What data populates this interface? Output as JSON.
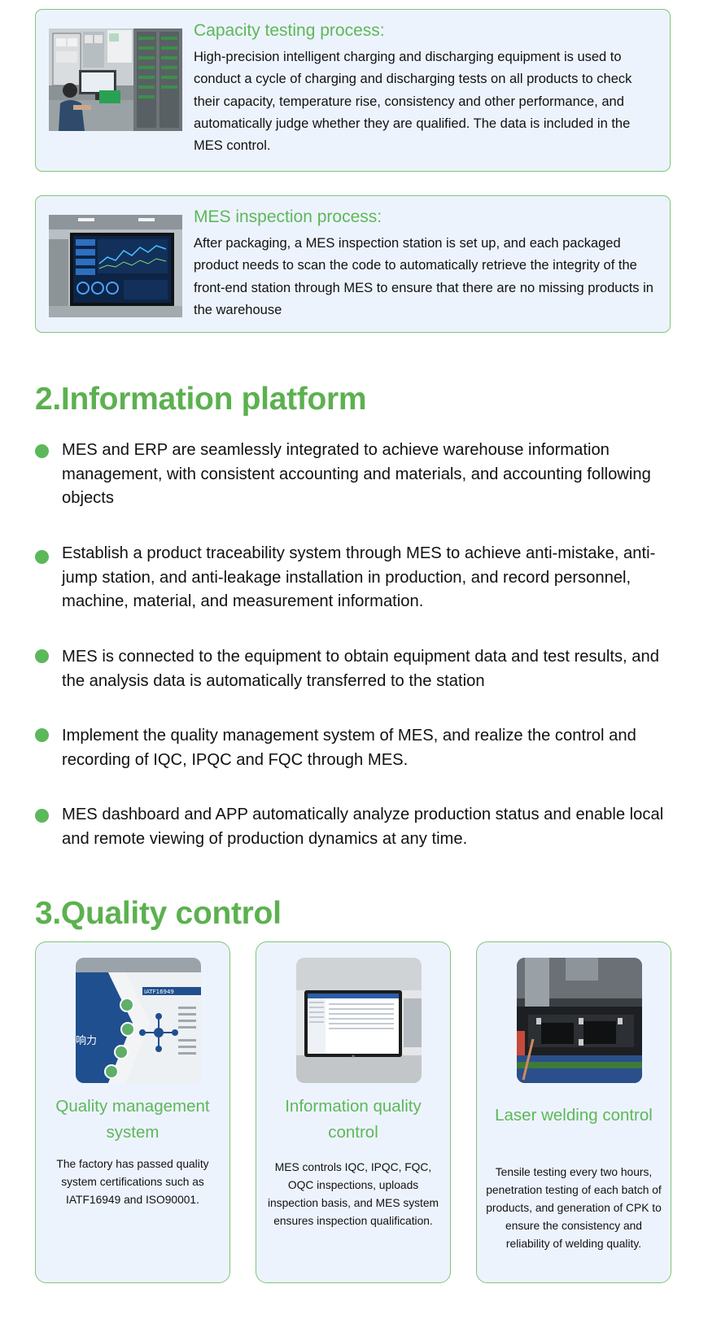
{
  "processes": [
    {
      "title": "Capacity testing process:",
      "description": "High-precision intelligent charging and discharging equipment is used to conduct a cycle of charging and discharging tests on all products to check their capacity, temperature rise, consistency and other performance, and automatically judge whether they are qualified. The data is included in the MES control."
    },
    {
      "title": "MES inspection process:",
      "description": "After packaging, a MES inspection station is set up, and each packaged product needs to scan the code to automatically retrieve the integrity of the front-end station through MES to ensure that there are no missing products in the warehouse"
    }
  ],
  "information_platform": {
    "title": "2.Information platform",
    "items": [
      " MES and ERP are seamlessly integrated to achieve warehouse information management, with consistent accounting and materials, and accounting following objects",
      "Establish a product traceability system through MES to achieve anti-mistake, anti-jump station, and anti-leakage installation in production, and record personnel, machine, material, and measurement information.",
      "MES is connected to the equipment to obtain equipment data and test results, and the analysis data is automatically transferred to the station",
      "Implement the quality management system of MES, and realize the control and recording of IQC, IPQC and FQC through MES.",
      "MES dashboard and APP automatically analyze production status and enable local and remote viewing of production dynamics at any time."
    ]
  },
  "quality_control": {
    "title": "3.Quality control",
    "cards": [
      {
        "title": "Quality management system",
        "description": "The factory has passed quality system certifications such as IATF16949 and ISO90001.",
        "photo_text": "IATF16949",
        "photo_side_text": "响力"
      },
      {
        "title": "Information quality control",
        "description": "MES controls IQC, IPQC, FQC, OQC inspections, uploads inspection basis, and MES system ensures inspection qualification."
      },
      {
        "title": "Laser welding control",
        "description": "Tensile testing every two hours, penetration testing of each batch of products, and generation of CPK to ensure the consistency and reliability of welding quality."
      }
    ]
  },
  "colors": {
    "accent_green": "#5cb85a",
    "card_background": "#edf3fd",
    "card_border": "#7ec77a"
  }
}
